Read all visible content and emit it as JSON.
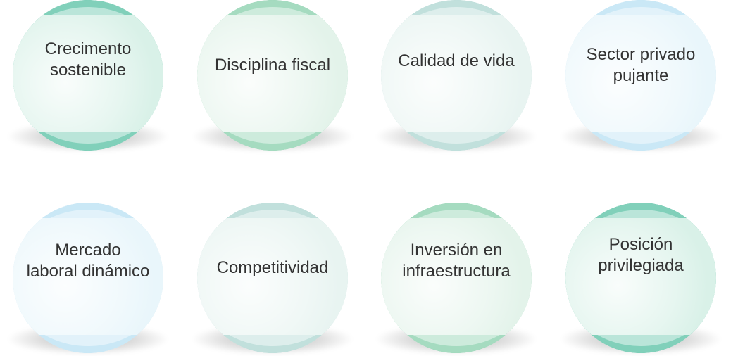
{
  "items": [
    {
      "label": "Crecimento\nsostenible",
      "accent": "#1aa982",
      "light": "#d9f1e8"
    },
    {
      "label": "Disciplina fiscal",
      "accent": "#5bbd8c",
      "light": "#e3f3ea"
    },
    {
      "label": "Calidad de vida",
      "accent": "#8fc6c0",
      "light": "#e8f4f1"
    },
    {
      "label": "Sector privado\npujante",
      "accent": "#9fd6ee",
      "light": "#e9f6fb"
    },
    {
      "label": "Mercado\nlaboral dinámico",
      "accent": "#9fd6ee",
      "light": "#e9f6fb"
    },
    {
      "label": "Competitividad",
      "accent": "#8fc6c0",
      "light": "#e8f4f1"
    },
    {
      "label": "Inversión en\ninfraestructura",
      "accent": "#5bbd8c",
      "light": "#e3f3ea"
    },
    {
      "label": "Posición\nprivilegiada",
      "accent": "#1aa982",
      "light": "#d9f1e8"
    }
  ]
}
